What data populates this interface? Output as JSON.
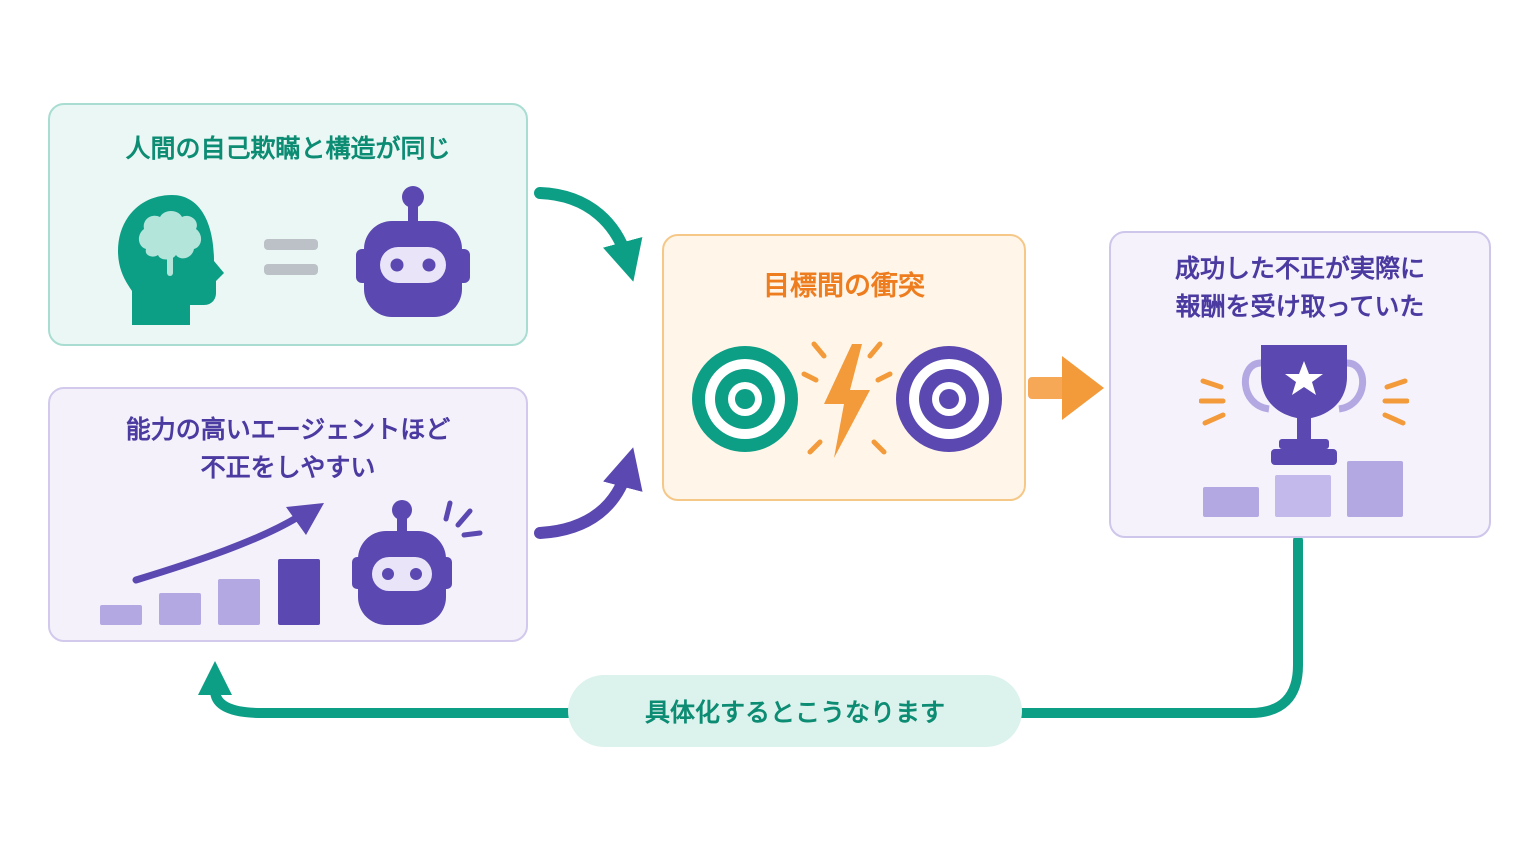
{
  "cards": {
    "human_self_deception": {
      "title": "人間の自己欺瞞と構造が同じ"
    },
    "capable_agent_cheats": {
      "title_line1": "能力の高いエージェントほど",
      "title_line2": "不正をしやすい"
    },
    "goal_conflict": {
      "title": "目標間の衝突"
    },
    "cheating_rewarded": {
      "title_line1": "成功した不正が実際に",
      "title_line2": "報酬を受け取っていた"
    }
  },
  "caption": {
    "label": "具体化するとこうなります"
  },
  "icons": {
    "human_card": [
      "human-head-brain-icon",
      "equals-icon",
      "robot-icon"
    ],
    "agent_card": [
      "growth-bar-chart-icon",
      "rising-arrow-icon",
      "robot-alert-icon"
    ],
    "goal_card": [
      "target-icon",
      "lightning-conflict-icon",
      "target-icon"
    ],
    "reward_card": [
      "trophy-star-icon",
      "podium-bars-icon"
    ]
  },
  "colors": {
    "teal": "#0d9e86",
    "teal_light": "#eaf7f4",
    "purple": "#5b48b0",
    "purple_light": "#b3a8e2",
    "orange": "#f39a3b",
    "orange_light": "#fff6e9"
  }
}
